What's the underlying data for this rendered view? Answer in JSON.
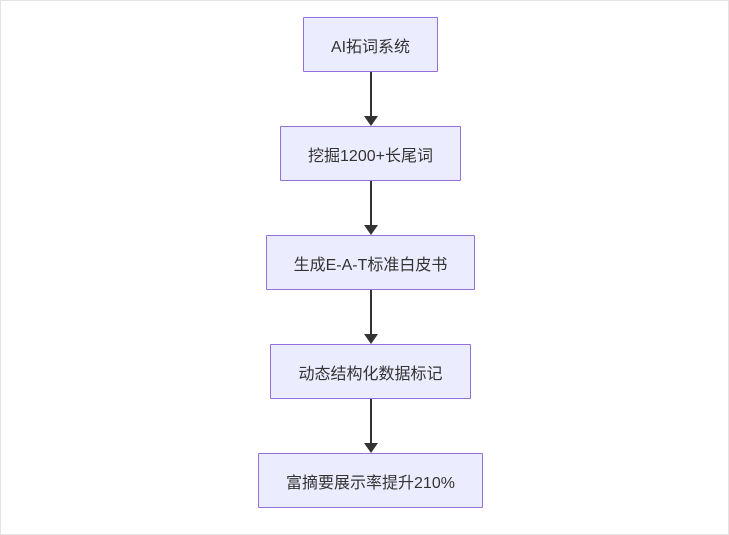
{
  "flowchart": {
    "type": "flowchart-top-down",
    "nodes": [
      {
        "label": "AI拓词系统"
      },
      {
        "label": "挖掘1200+长尾词"
      },
      {
        "label": "生成E-A-T标准白皮书"
      },
      {
        "label": "动态结构化数据标记"
      },
      {
        "label": "富摘要展示率提升210%"
      }
    ],
    "edges": [
      {
        "from": 0,
        "to": 1
      },
      {
        "from": 1,
        "to": 2
      },
      {
        "from": 2,
        "to": 3
      },
      {
        "from": 3,
        "to": 4
      }
    ],
    "colors": {
      "node_fill": "#ececff",
      "node_border": "#9370db",
      "node_text": "#333333",
      "arrow": "#333333",
      "background": "#ffffff"
    }
  }
}
